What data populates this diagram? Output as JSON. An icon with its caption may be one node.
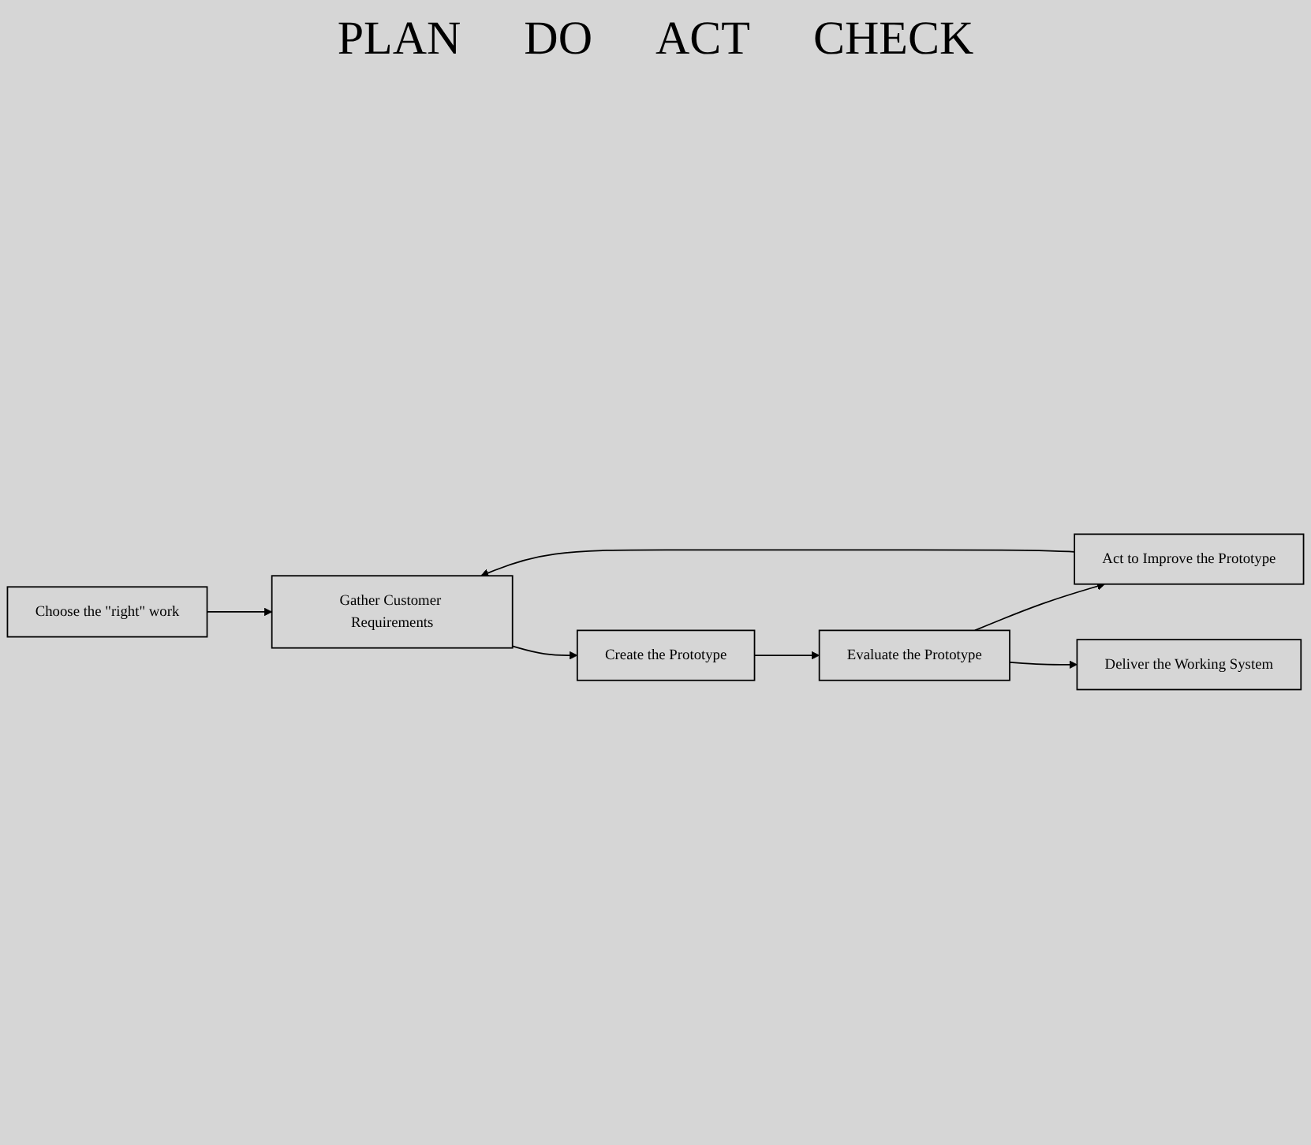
{
  "diagram": {
    "nodes": [
      {
        "text": [
          "Choose the \"right\" work"
        ]
      },
      {
        "text": [
          "Gather Customer Requirements"
        ]
      },
      {
        "text": [
          "Create the Prototype"
        ]
      },
      {
        "text": [
          "Evaluate the Prototype"
        ]
      },
      {
        "text": [
          "Act to Improve the Prototype"
        ]
      },
      {
        "text": [
          "Deliver the Working System"
        ]
      }
    ],
    "edges": [
      {
        "from": 0,
        "to": 1,
        "arrow": "to"
      },
      {
        "from": 1,
        "to": 2,
        "arrow": "to"
      },
      {
        "from": 2,
        "to": 3,
        "arrow": "to"
      },
      {
        "from": 3,
        "to": 4,
        "arrow": "to"
      },
      {
        "from": 4,
        "to": 1,
        "arrow": "to"
      },
      {
        "from": 3,
        "to": 5,
        "arrow": "to"
      }
    ],
    "labels": [
      "PLAN",
      "DO",
      "ACT",
      "CHECK"
    ]
  }
}
